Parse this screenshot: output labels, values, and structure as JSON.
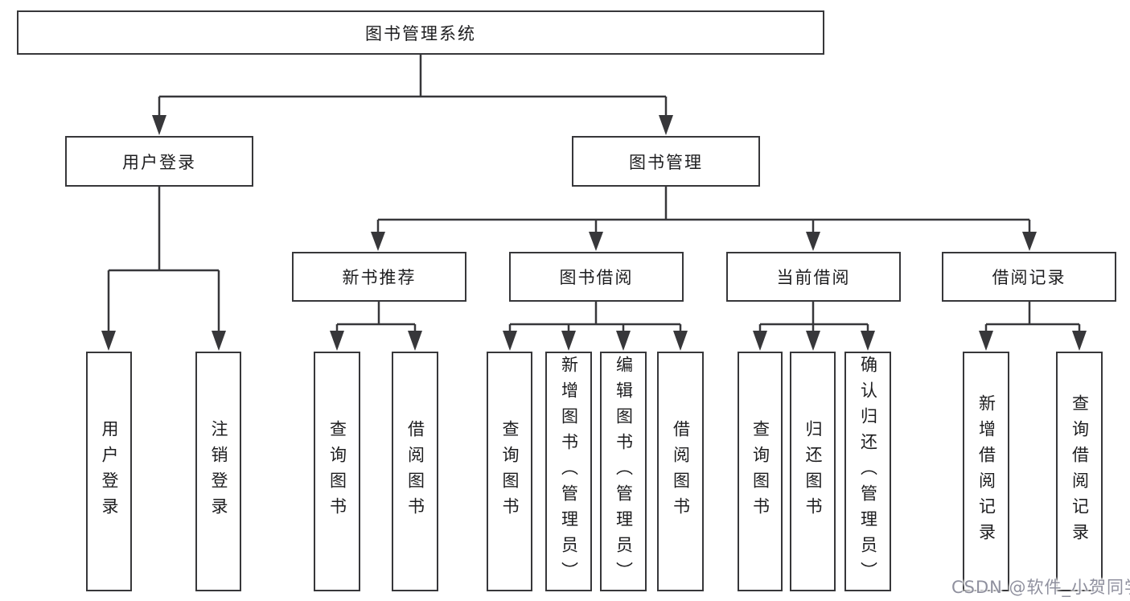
{
  "diagram": {
    "title": "图书管理系统",
    "tree": {
      "label": "图书管理系统",
      "children": [
        {
          "label": "用户登录",
          "children": [
            {
              "label": "用户登录"
            },
            {
              "label": "注销登录"
            }
          ]
        },
        {
          "label": "图书管理",
          "children": [
            {
              "label": "新书推荐",
              "children": [
                {
                  "label": "查询图书"
                },
                {
                  "label": "借阅图书"
                }
              ]
            },
            {
              "label": "图书借阅",
              "children": [
                {
                  "label": "查询图书"
                },
                {
                  "label": "新增图书（管理员）"
                },
                {
                  "label": "编辑图书（管理员）"
                },
                {
                  "label": "借阅图书"
                }
              ]
            },
            {
              "label": "当前借阅",
              "children": [
                {
                  "label": "查询图书"
                },
                {
                  "label": "归还图书"
                },
                {
                  "label": "确认归还（管理员）"
                }
              ]
            },
            {
              "label": "借阅记录",
              "children": [
                {
                  "label": "新增借阅记录"
                },
                {
                  "label": "查询借阅记录"
                }
              ]
            }
          ]
        }
      ]
    },
    "watermark": "CSDN @软件_小贺同学",
    "colors": {
      "line": "#37373a",
      "box_border": "#37373a",
      "text": "#1d1d1f",
      "watermark": "#8f909e",
      "background": "#ffffff"
    }
  }
}
